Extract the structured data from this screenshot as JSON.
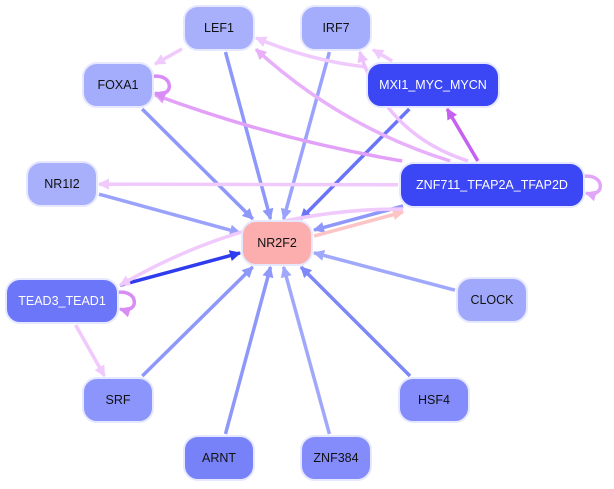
{
  "graph": {
    "title": "",
    "nodes": [
      {
        "id": "LEF1",
        "label": "LEF1",
        "fill": "#a8b0fc",
        "text": "#111111"
      },
      {
        "id": "IRF7",
        "label": "IRF7",
        "fill": "#a4acfc",
        "text": "#111111"
      },
      {
        "id": "FOXA1",
        "label": "FOXA1",
        "fill": "#a4acfc",
        "text": "#111111"
      },
      {
        "id": "MXI1_MYC_MYCN",
        "label": "MXI1_MYC_MYCN",
        "fill": "#3b46f4",
        "text": "#ffffff"
      },
      {
        "id": "NR1I2",
        "label": "NR1I2",
        "fill": "#a8b0fc",
        "text": "#111111"
      },
      {
        "id": "ZNF711_TFAP2A_TFAP2D",
        "label": "ZNF711_TFAP2A_TFAP2D",
        "fill": "#3b46f4",
        "text": "#ffffff"
      },
      {
        "id": "NR2F2",
        "label": "NR2F2",
        "fill": "#fcaeae",
        "text": "#111111"
      },
      {
        "id": "TEAD3_TEAD1",
        "label": "TEAD3_TEAD1",
        "fill": "#6c76f8",
        "text": "#ffffff"
      },
      {
        "id": "CLOCK",
        "label": "CLOCK",
        "fill": "#a0a8fc",
        "text": "#111111"
      },
      {
        "id": "SRF",
        "label": "SRF",
        "fill": "#8c95fb",
        "text": "#111111"
      },
      {
        "id": "HSF4",
        "label": "HSF4",
        "fill": "#838cfa",
        "text": "#111111"
      },
      {
        "id": "ARNT",
        "label": "ARNT",
        "fill": "#7882f8",
        "text": "#111111"
      },
      {
        "id": "ZNF384",
        "label": "ZNF384",
        "fill": "#838cfa",
        "text": "#111111"
      }
    ],
    "edges": [
      {
        "source": "LEF1",
        "target": "NR2F2",
        "color": "#8e97fa"
      },
      {
        "source": "IRF7",
        "target": "NR2F2",
        "color": "#9aa2fb"
      },
      {
        "source": "FOXA1",
        "target": "NR2F2",
        "color": "#8e97fa"
      },
      {
        "source": "MXI1_MYC_MYCN",
        "target": "NR2F2",
        "color": "#6a74f6"
      },
      {
        "source": "NR1I2",
        "target": "NR2F2",
        "color": "#9aa2fb"
      },
      {
        "source": "ZNF711_TFAP2A_TFAP2D",
        "target": "NR2F2",
        "color": "#8e97fa"
      },
      {
        "source": "NR2F2",
        "target": "ZNF711_TFAP2A_TFAP2D",
        "color": "#fcc4c4"
      },
      {
        "source": "TEAD3_TEAD1",
        "target": "NR2F2",
        "color": "#2f3ced"
      },
      {
        "source": "CLOCK",
        "target": "NR2F2",
        "color": "#a0a8fc"
      },
      {
        "source": "SRF",
        "target": "NR2F2",
        "color": "#8e97fa"
      },
      {
        "source": "HSF4",
        "target": "NR2F2",
        "color": "#7e88f8"
      },
      {
        "source": "ARNT",
        "target": "NR2F2",
        "color": "#8e97fa"
      },
      {
        "source": "ZNF384",
        "target": "NR2F2",
        "color": "#a0a8fc"
      },
      {
        "source": "LEF1",
        "target": "FOXA1",
        "color": "#f0cafc"
      },
      {
        "source": "MXI1_MYC_MYCN",
        "target": "LEF1",
        "color": "#f0cafc"
      },
      {
        "source": "MXI1_MYC_MYCN",
        "target": "IRF7",
        "color": "#f0cafc"
      },
      {
        "source": "ZNF711_TFAP2A_TFAP2D",
        "target": "LEF1",
        "color": "#e8b0fa"
      },
      {
        "source": "ZNF711_TFAP2A_TFAP2D",
        "target": "IRF7",
        "color": "#eec2fc"
      },
      {
        "source": "ZNF711_TFAP2A_TFAP2D",
        "target": "FOXA1",
        "color": "#e2a0f8"
      },
      {
        "source": "ZNF711_TFAP2A_TFAP2D",
        "target": "MXI1_MYC_MYCN",
        "color": "#c660f2"
      },
      {
        "source": "ZNF711_TFAP2A_TFAP2D",
        "target": "NR1I2",
        "color": "#f0cafc"
      },
      {
        "source": "ZNF711_TFAP2A_TFAP2D",
        "target": "TEAD3_TEAD1",
        "color": "#f0cafc"
      },
      {
        "source": "TEAD3_TEAD1",
        "target": "SRF",
        "color": "#f0cafc"
      },
      {
        "source": "FOXA1",
        "target": "FOXA1",
        "color": "#d88cf6"
      },
      {
        "source": "ZNF711_TFAP2A_TFAP2D",
        "target": "ZNF711_TFAP2A_TFAP2D",
        "color": "#e2a6f8"
      },
      {
        "source": "TEAD3_TEAD1",
        "target": "TEAD3_TEAD1",
        "color": "#d88cf6"
      }
    ]
  }
}
